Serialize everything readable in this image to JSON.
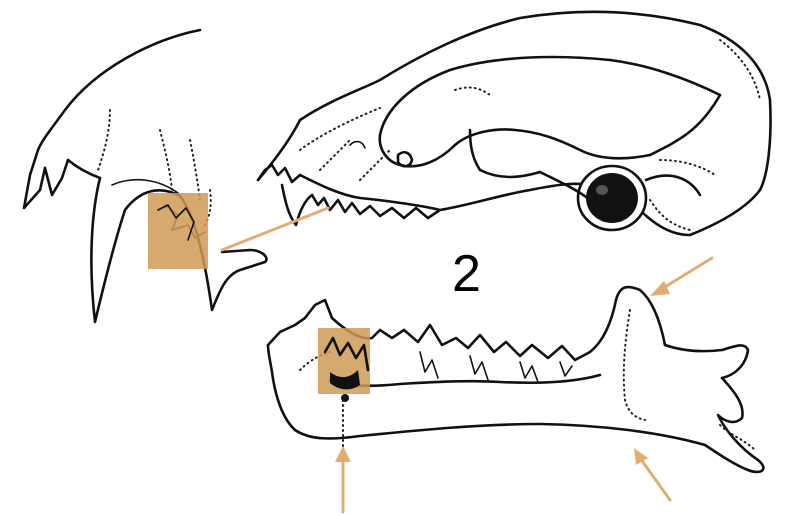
{
  "figure": {
    "panel_label": "2",
    "colors": {
      "highlight": "#cf9a55",
      "arrow": "#e2ad73",
      "ink": "#111111"
    },
    "icons": [
      "skull-drawing",
      "mandible-drawing",
      "canine-closeup",
      "pointer-arrow"
    ]
  }
}
